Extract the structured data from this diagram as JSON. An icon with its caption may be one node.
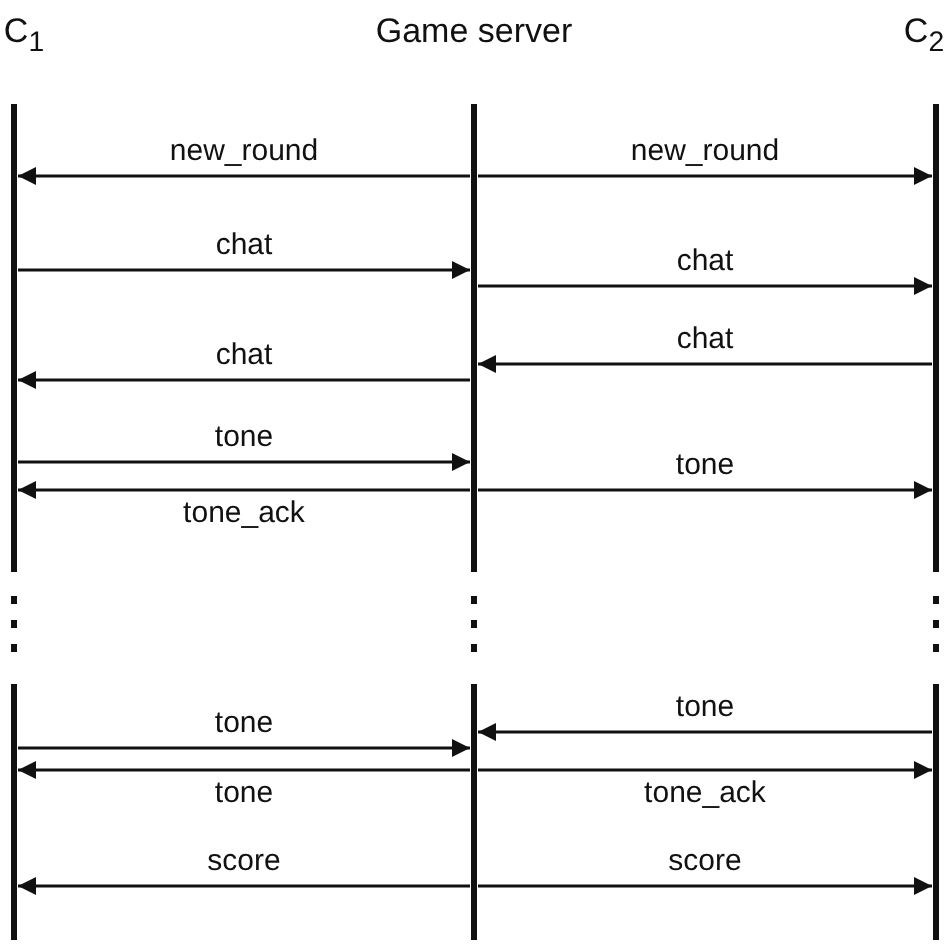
{
  "diagram": {
    "nodes": [
      {
        "text": [
          "C$_{1}$"
        ]
      },
      {
        "text": [
          "Game server"
        ]
      },
      {
        "text": [
          "C$_{2}$"
        ]
      }
    ],
    "edges": [
      {
        "from": 1,
        "to": 0,
        "arrow": "to",
        "label": "new_round"
      },
      {
        "from": 1,
        "to": 2,
        "arrow": "to",
        "label": "new_round"
      },
      {
        "from": 0,
        "to": 1,
        "arrow": "to",
        "label": "chat"
      },
      {
        "from": 1,
        "to": 2,
        "arrow": "to",
        "label": "chat"
      },
      {
        "from": 2,
        "to": 1,
        "arrow": "to",
        "label": "chat"
      },
      {
        "from": 1,
        "to": 0,
        "arrow": "to",
        "label": "chat"
      },
      {
        "from": 0,
        "to": 1,
        "arrow": "to",
        "label": "tone"
      },
      {
        "from": 1,
        "to": 0,
        "arrow": "to",
        "label": "tone_ack"
      },
      {
        "from": 1,
        "to": 2,
        "arrow": "to",
        "label": "tone"
      },
      {
        "from": 2,
        "to": 1,
        "arrow": "to",
        "label": "tone"
      },
      {
        "from": 0,
        "to": 1,
        "arrow": "to",
        "label": "tone"
      },
      {
        "from": 1,
        "to": 0,
        "arrow": "to",
        "label": "tone"
      },
      {
        "from": 1,
        "to": 2,
        "arrow": "to",
        "label": "tone_ack"
      },
      {
        "from": 1,
        "to": 0,
        "arrow": "to",
        "label": "score"
      },
      {
        "from": 1,
        "to": 2,
        "arrow": "to",
        "label": "score"
      }
    ]
  }
}
